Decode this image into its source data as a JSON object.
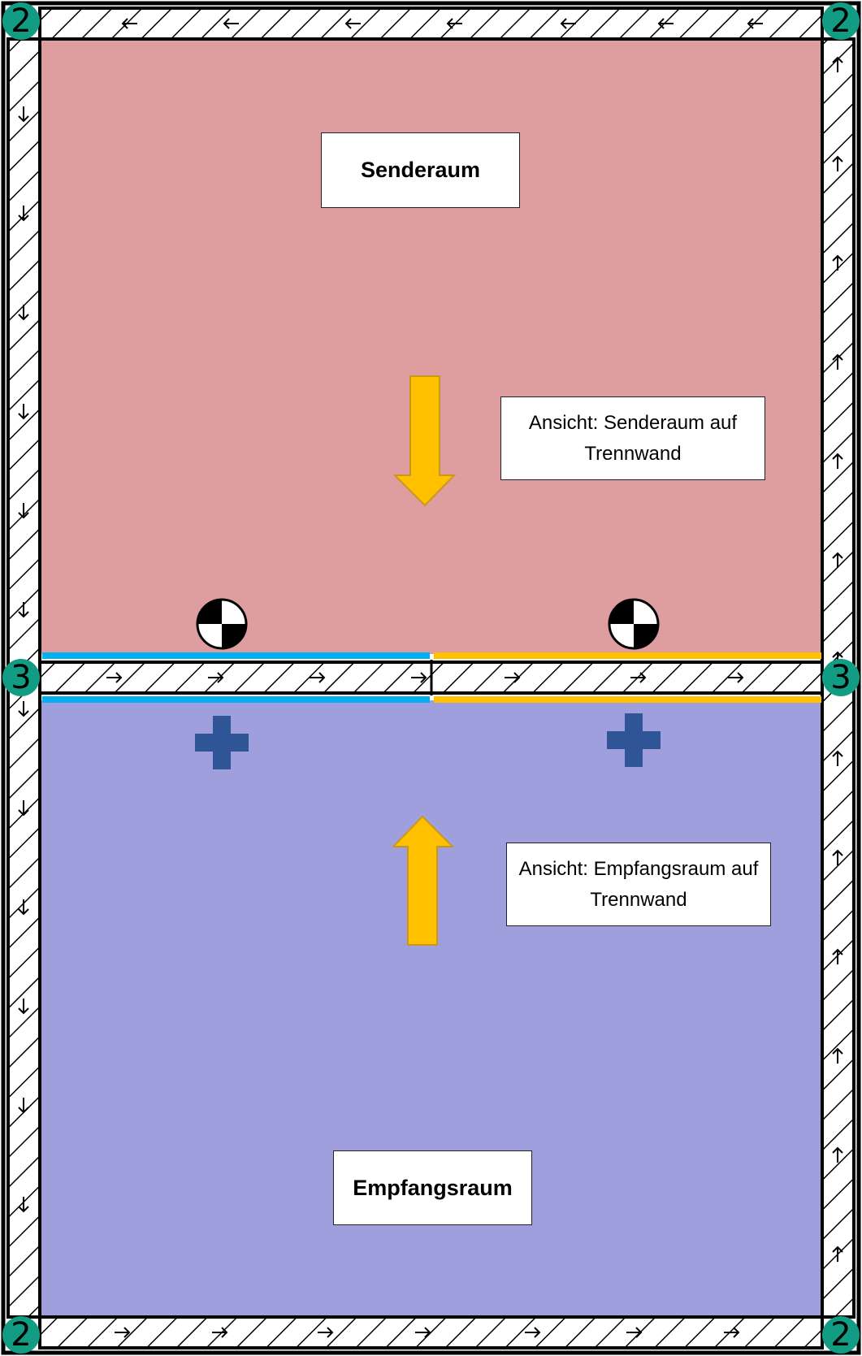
{
  "rooms": {
    "sender_label": "Senderaum",
    "receiver_label": "Empfangsraum",
    "sender_color": "#de9d9e",
    "receiver_color": "#9f9fde"
  },
  "views": {
    "sender_view": "Ansicht: Senderaum auf Trennwand",
    "receiver_view": "Ansicht: Empfangsraum auf Trennwand",
    "arrow_color": "#ffc000"
  },
  "wall_markers": {
    "corner_top_left": "2",
    "corner_top_right": "2",
    "corner_bottom_left": "2",
    "corner_bottom_right": "2",
    "partition_left": "3",
    "partition_right": "3",
    "marker_color": "#129c83"
  },
  "partition": {
    "left_segment_color": "#00b0f0",
    "right_segment_color": "#ffc000",
    "cross_color": "#2f5597"
  }
}
